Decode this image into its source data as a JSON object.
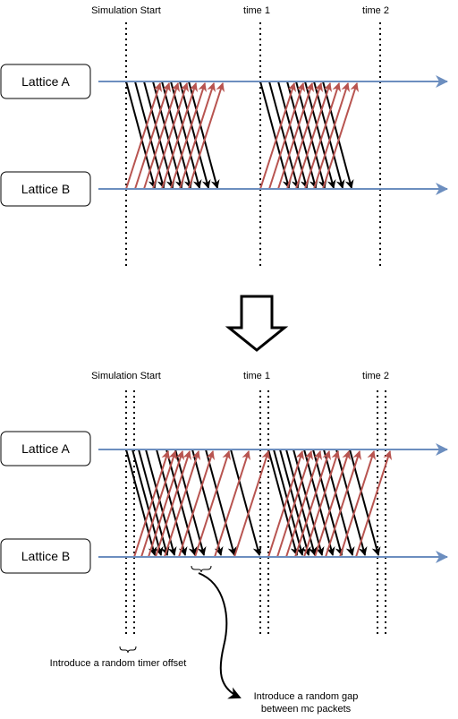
{
  "top": {
    "markers": [
      "Simulation Start",
      "time 1",
      "time 2"
    ],
    "lattice_a": "Lattice A",
    "lattice_b": "Lattice B"
  },
  "bottom": {
    "markers": [
      "Simulation Start",
      "time 1",
      "time 2"
    ],
    "lattice_a": "Lattice A",
    "lattice_b": "Lattice B"
  },
  "notes": {
    "timer_offset": "Introduce a random timer offset",
    "gap_line1": "Introduce a random gap",
    "gap_line2": "between mc packets"
  },
  "colors": {
    "timeline": "#6c8ebf",
    "red_arrow": "#b85450",
    "black_arrow": "#000000"
  }
}
